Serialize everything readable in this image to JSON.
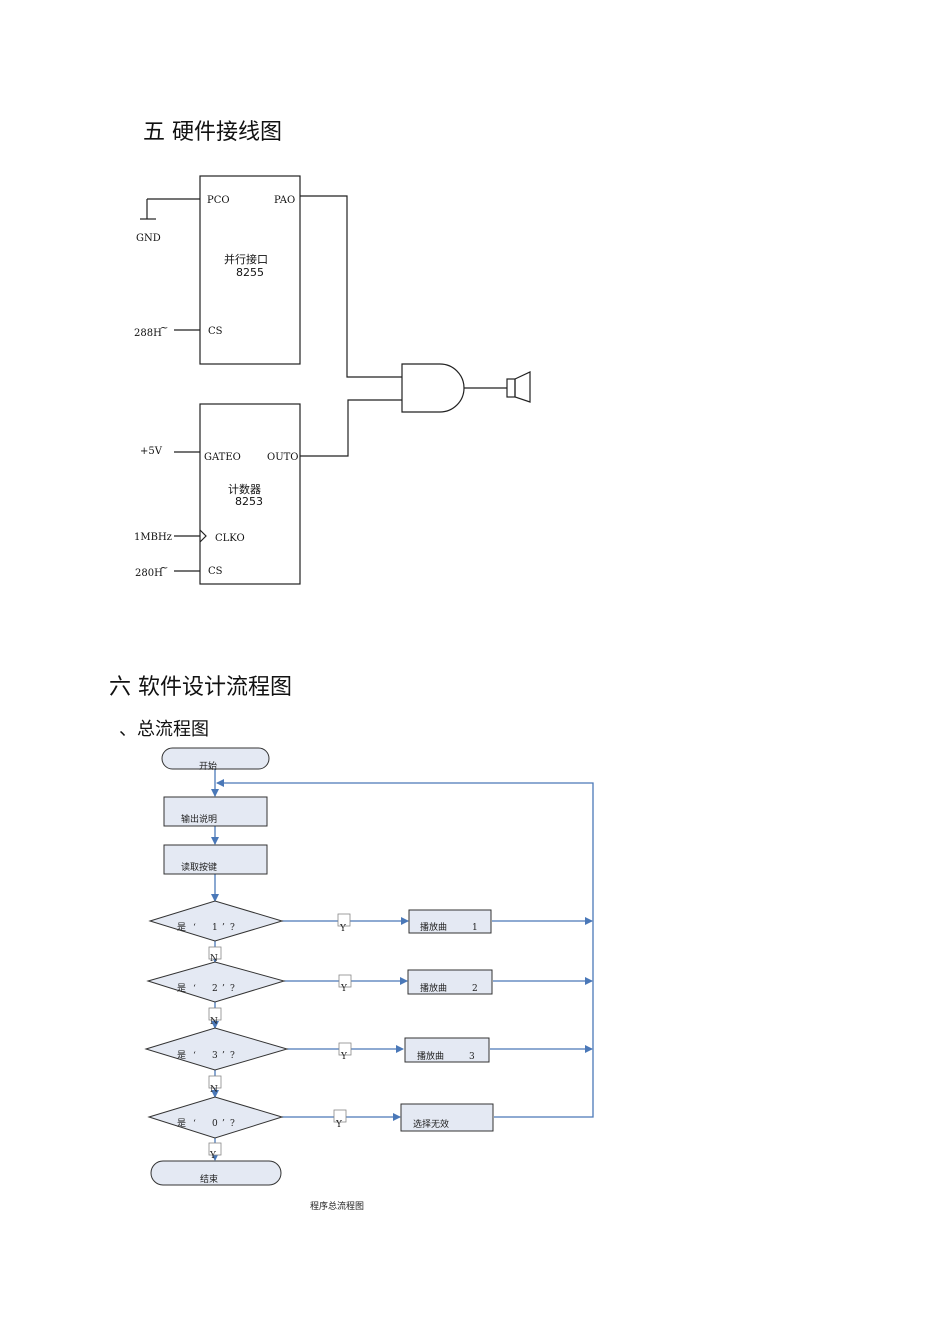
{
  "section5": {
    "title": "五  硬件接线图"
  },
  "hardware": {
    "chip1": {
      "name": "并行接口",
      "model": "8255",
      "pin_pc0": "PCO",
      "pin_pa0": "PAO",
      "pin_cs": "CS"
    },
    "chip2": {
      "name": "计数器",
      "model": "8253",
      "pin_gate": "GATEO",
      "pin_out": "OUTO",
      "pin_clk": "CLKO",
      "pin_cs": "CS"
    },
    "labels": {
      "gnd": "GND",
      "addr1": "288H",
      "addr1_mark": "~",
      "vcc": "+5V",
      "clock": "1MBHz",
      "addr2": "280H",
      "addr2_mark": "~"
    }
  },
  "section6": {
    "title": "六  软件设计流程图",
    "subtitle": "、总流程图"
  },
  "flowchart": {
    "start": "开始",
    "output": "输出说明",
    "read": "读取按键",
    "q1": {
      "a": "是",
      "b": "‘",
      "c": "1",
      "d": "’",
      "e": "?"
    },
    "q2": {
      "a": "是",
      "b": "‘",
      "c": "2",
      "d": "’",
      "e": "?"
    },
    "q3": {
      "a": "是",
      "b": "‘",
      "c": "3",
      "d": "’",
      "e": "?"
    },
    "q0": {
      "a": "是",
      "b": "‘",
      "c": "0",
      "d": "’",
      "e": "?"
    },
    "play1": {
      "label": "播放曲",
      "num": "1"
    },
    "play2": {
      "label": "播放曲",
      "num": "2"
    },
    "play3": {
      "label": "播放曲",
      "num": "3"
    },
    "invalid": "选择无效",
    "end": "结束",
    "yes": "Y",
    "no": "N",
    "caption": "程序总流程图"
  }
}
